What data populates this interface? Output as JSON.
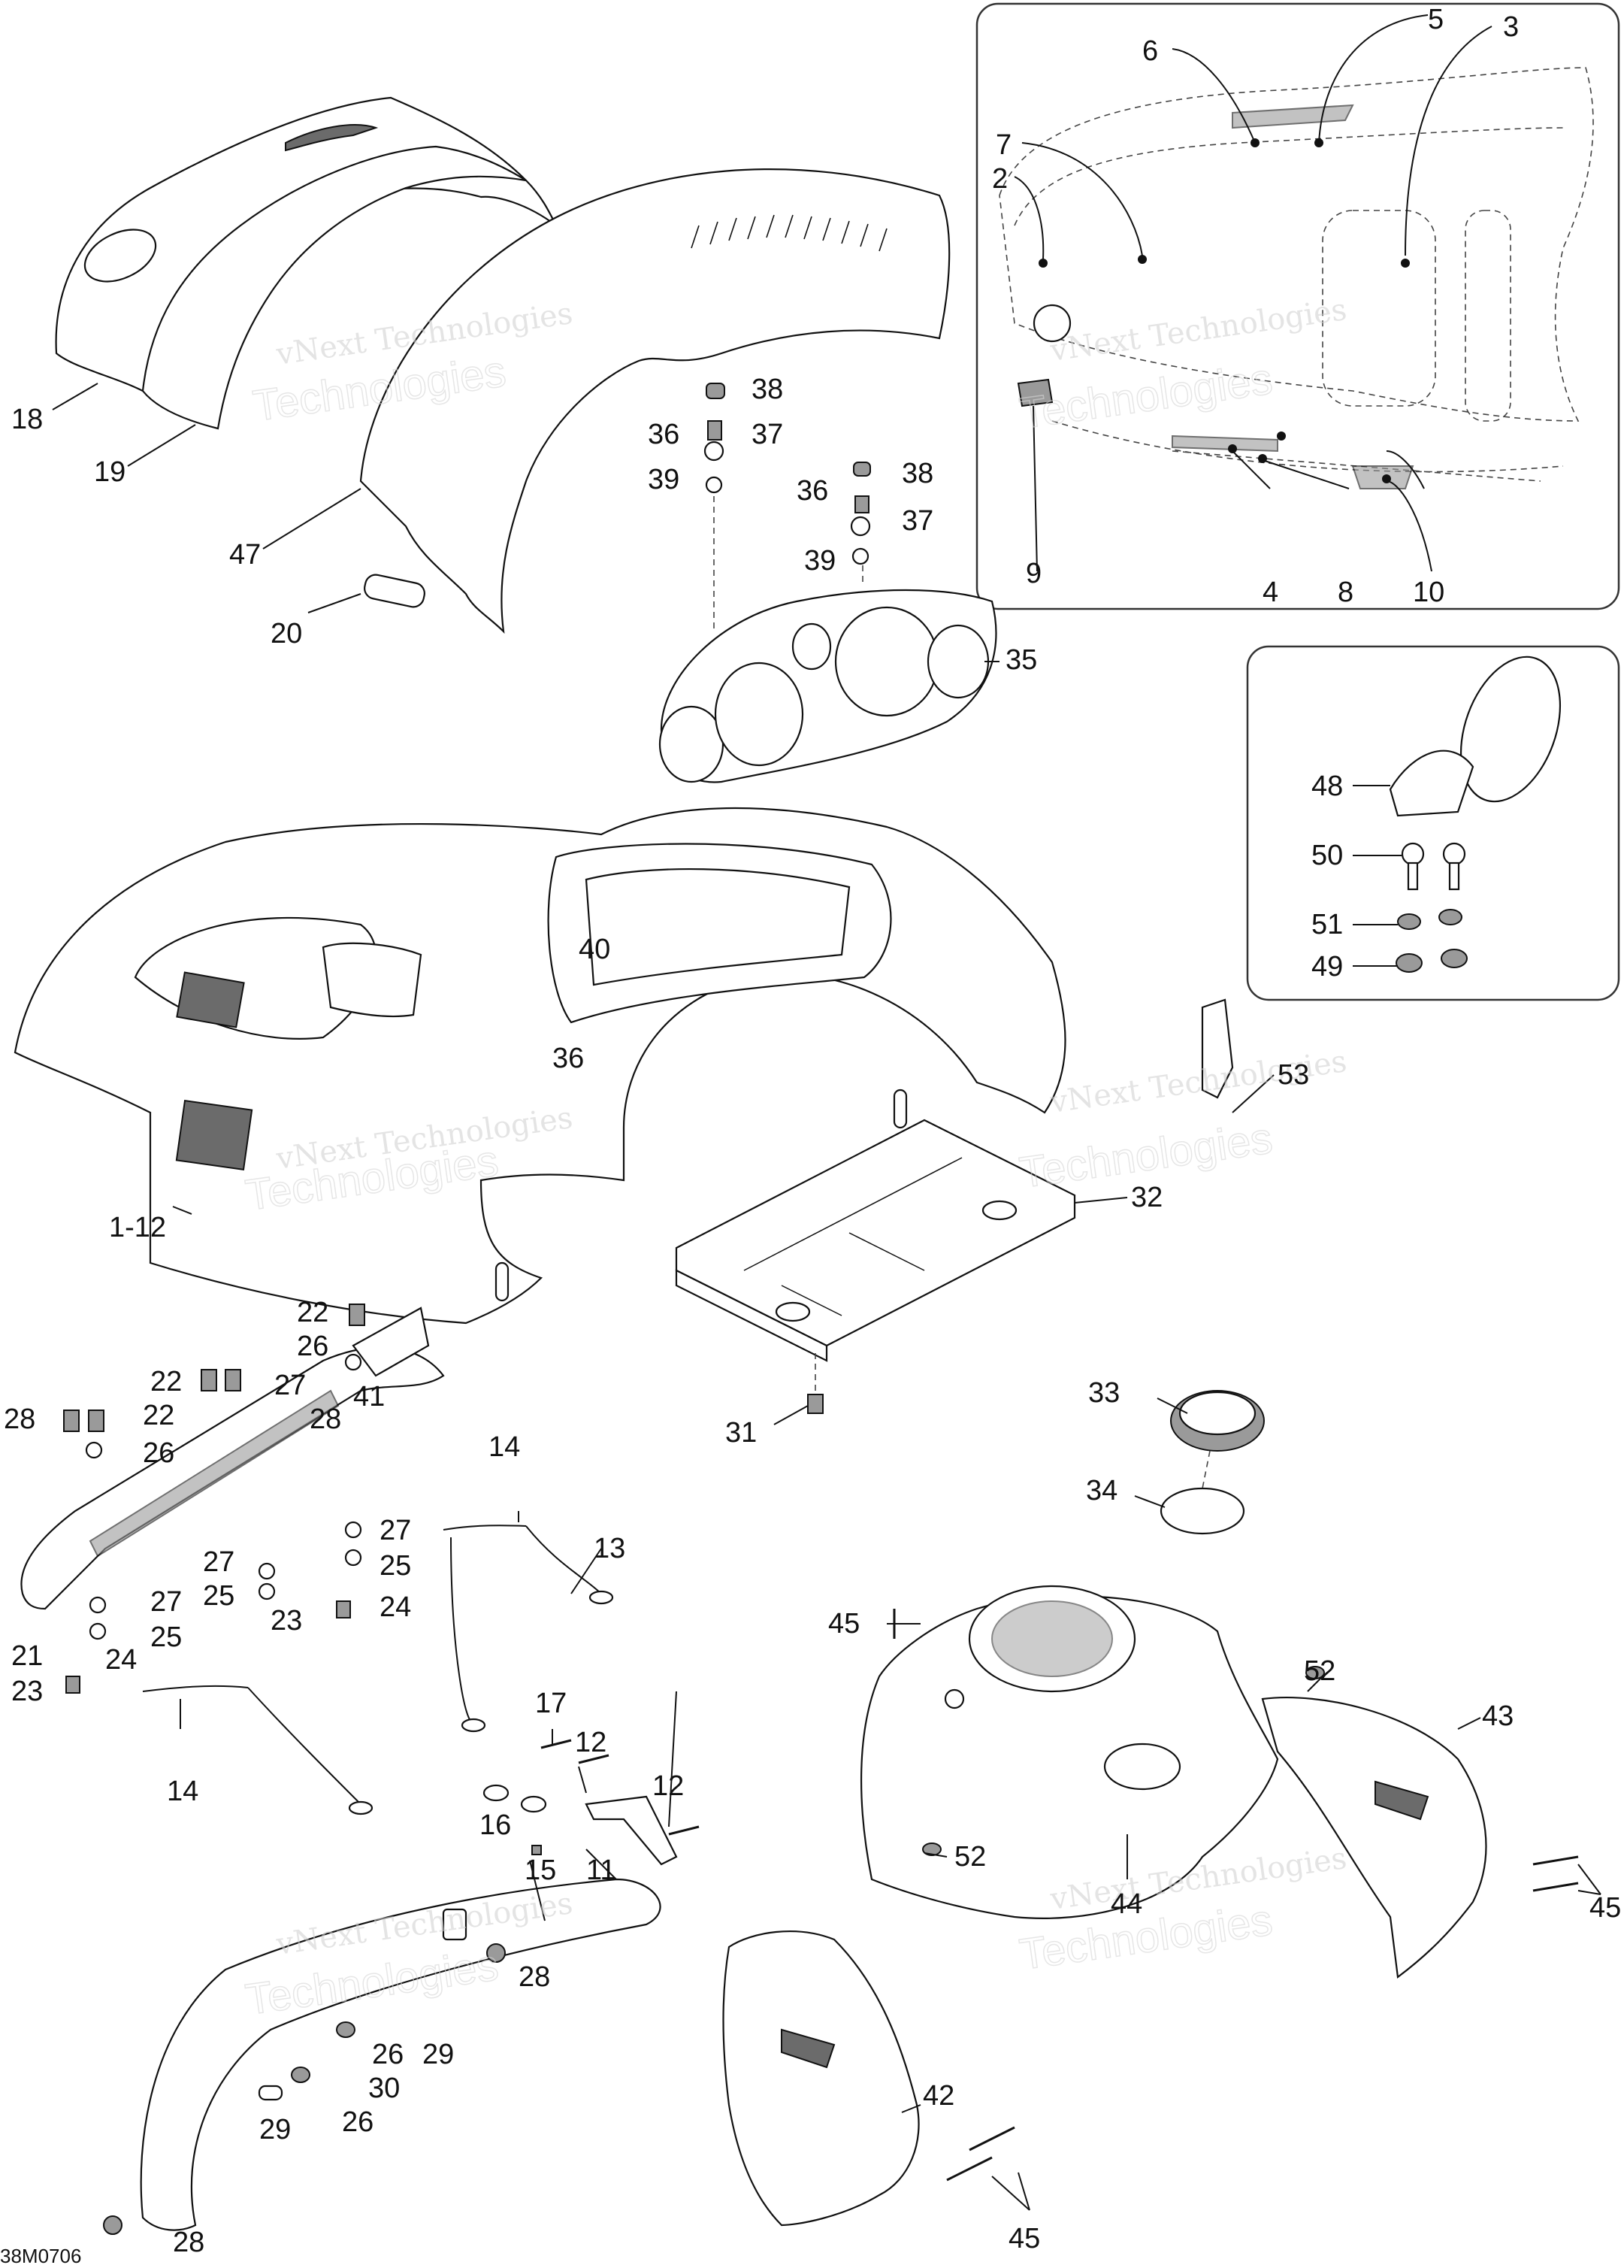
{
  "diagram_code": "38M0706",
  "watermark": {
    "line1": "vNext Technologies",
    "line2": "vNext",
    "line3": "Technologies"
  },
  "callouts": [
    {
      "id": "c18",
      "text": "18"
    },
    {
      "id": "c19",
      "text": "19"
    },
    {
      "id": "c47",
      "text": "47"
    },
    {
      "id": "c20",
      "text": "20"
    },
    {
      "id": "c6",
      "text": "6"
    },
    {
      "id": "c5",
      "text": "5"
    },
    {
      "id": "c3",
      "text": "3"
    },
    {
      "id": "c7",
      "text": "7"
    },
    {
      "id": "c2",
      "text": "2"
    },
    {
      "id": "c9",
      "text": "9"
    },
    {
      "id": "c4",
      "text": "4"
    },
    {
      "id": "c8",
      "text": "8"
    },
    {
      "id": "c10",
      "text": "10"
    },
    {
      "id": "c38a",
      "text": "38"
    },
    {
      "id": "c36a",
      "text": "36"
    },
    {
      "id": "c37a",
      "text": "37"
    },
    {
      "id": "c39a",
      "text": "39"
    },
    {
      "id": "c36b",
      "text": "36"
    },
    {
      "id": "c38b",
      "text": "38"
    },
    {
      "id": "c37b",
      "text": "37"
    },
    {
      "id": "c39b",
      "text": "39"
    },
    {
      "id": "c35",
      "text": "35"
    },
    {
      "id": "c48",
      "text": "48"
    },
    {
      "id": "c50",
      "text": "50"
    },
    {
      "id": "c51",
      "text": "51"
    },
    {
      "id": "c49",
      "text": "49"
    },
    {
      "id": "c40",
      "text": "40"
    },
    {
      "id": "c36c",
      "text": "36"
    },
    {
      "id": "c53",
      "text": "53"
    },
    {
      "id": "c32",
      "text": "32"
    },
    {
      "id": "c1-12",
      "text": "1-12"
    },
    {
      "id": "c22a",
      "text": "22"
    },
    {
      "id": "c26a",
      "text": "26"
    },
    {
      "id": "c22b",
      "text": "22"
    },
    {
      "id": "c27a",
      "text": "27"
    },
    {
      "id": "c28a",
      "text": "28"
    },
    {
      "id": "c22c",
      "text": "22"
    },
    {
      "id": "c28b",
      "text": "28"
    },
    {
      "id": "c41",
      "text": "41"
    },
    {
      "id": "c26b",
      "text": "26"
    },
    {
      "id": "c14a",
      "text": "14"
    },
    {
      "id": "c13",
      "text": "13"
    },
    {
      "id": "c27b",
      "text": "27"
    },
    {
      "id": "c25a",
      "text": "25"
    },
    {
      "id": "c27c",
      "text": "27"
    },
    {
      "id": "c25b",
      "text": "25"
    },
    {
      "id": "c24a",
      "text": "24"
    },
    {
      "id": "c23a",
      "text": "23"
    },
    {
      "id": "c27d",
      "text": "27"
    },
    {
      "id": "c21",
      "text": "21"
    },
    {
      "id": "c25c",
      "text": "25"
    },
    {
      "id": "c24b",
      "text": "24"
    },
    {
      "id": "c23b",
      "text": "23"
    },
    {
      "id": "c14b",
      "text": "14"
    },
    {
      "id": "c17",
      "text": "17"
    },
    {
      "id": "c12a",
      "text": "12"
    },
    {
      "id": "c12b",
      "text": "12"
    },
    {
      "id": "c16",
      "text": "16"
    },
    {
      "id": "c15",
      "text": "15"
    },
    {
      "id": "c11",
      "text": "11"
    },
    {
      "id": "c31",
      "text": "31"
    },
    {
      "id": "c33",
      "text": "33"
    },
    {
      "id": "c34",
      "text": "34"
    },
    {
      "id": "c45a",
      "text": "45"
    },
    {
      "id": "c52a",
      "text": "52"
    },
    {
      "id": "c43",
      "text": "43"
    },
    {
      "id": "c52b",
      "text": "52"
    },
    {
      "id": "c44",
      "text": "44"
    },
    {
      "id": "c45b",
      "text": "45"
    },
    {
      "id": "c28c",
      "text": "28"
    },
    {
      "id": "c26c",
      "text": "26"
    },
    {
      "id": "c29a",
      "text": "29"
    },
    {
      "id": "c30",
      "text": "30"
    },
    {
      "id": "c29b",
      "text": "29"
    },
    {
      "id": "c26d",
      "text": "26"
    },
    {
      "id": "c42",
      "text": "42"
    },
    {
      "id": "c45c",
      "text": "45"
    },
    {
      "id": "c28d",
      "text": "28"
    }
  ]
}
